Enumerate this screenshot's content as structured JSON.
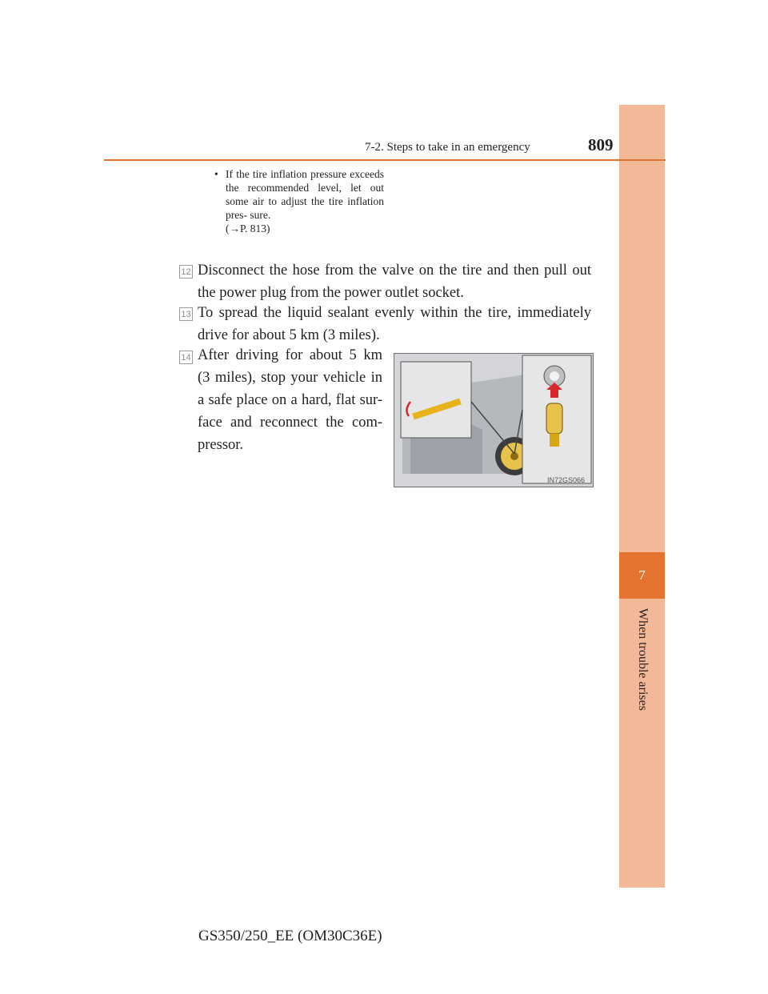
{
  "header": {
    "section": "7-2. Steps to take in an emergency",
    "page_number": "809"
  },
  "side_tab": {
    "chapter_number": "7",
    "chapter_title": "When trouble arises"
  },
  "note": {
    "bullet": "•",
    "text": "If the tire inflation pressure exceeds the recommended level, let out some air to adjust the tire inflation pres- sure.",
    "reference": "(→P. 813)"
  },
  "steps": [
    {
      "number": "12",
      "text": "Disconnect the hose from the valve on the tire and then pull out the power plug from the power outlet socket."
    },
    {
      "number": "13",
      "text": "To spread the liquid sealant evenly within the tire, immediately drive for about 5 km (3 miles)."
    },
    {
      "number": "14",
      "text": "After driving for about 5 km (3 miles), stop your vehicle in a safe place on a hard, flat sur- face and reconnect the com- pressor."
    }
  ],
  "figure": {
    "code": "IN72GS066",
    "colors": {
      "arrow": "#d8262b",
      "compressor": "#e8b21a",
      "car": "#9ea2a8"
    }
  },
  "footer": {
    "model": "GS350/250_EE (OM30C36E)"
  }
}
